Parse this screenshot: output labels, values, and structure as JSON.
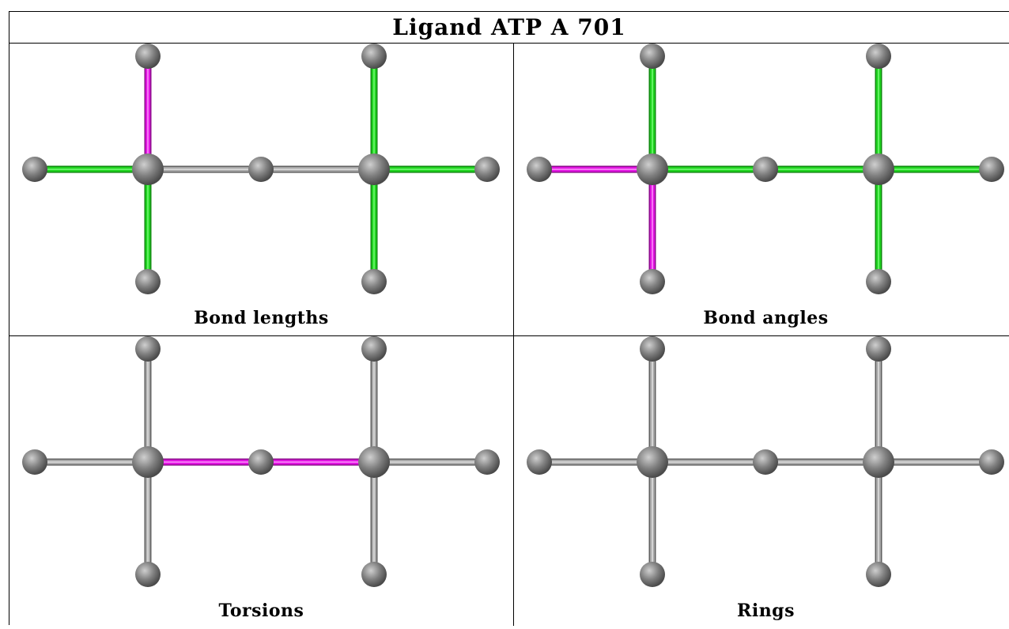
{
  "title": "Ligand ATP A 701",
  "panels": [
    {
      "caption": "Bond lengths",
      "bonds": {
        "top_left": "magenta",
        "left": "green",
        "bottom_left": "green",
        "center_left": "grey",
        "center_right": "grey",
        "top_right": "green",
        "right": "green",
        "bottom_right": "green"
      }
    },
    {
      "caption": "Bond angles",
      "bonds": {
        "top_left": "green",
        "left": "magenta",
        "bottom_left": "magenta",
        "center_left": "green",
        "center_right": "green",
        "top_right": "green",
        "right": "green",
        "bottom_right": "green"
      }
    },
    {
      "caption": "Torsions",
      "bonds": {
        "top_left": "grey",
        "left": "grey",
        "bottom_left": "grey",
        "center_left": "magenta",
        "center_right": "magenta",
        "top_right": "grey",
        "right": "grey",
        "bottom_right": "grey"
      }
    },
    {
      "caption": "Rings",
      "bonds": {
        "top_left": "grey",
        "left": "grey",
        "bottom_left": "grey",
        "center_left": "grey",
        "center_right": "grey",
        "top_right": "grey",
        "right": "grey",
        "bottom_right": "grey"
      }
    }
  ],
  "colors": {
    "green": "#1fd21f",
    "magenta": "#e014e0",
    "grey": "#a8a8a8",
    "atom": "#808080"
  }
}
